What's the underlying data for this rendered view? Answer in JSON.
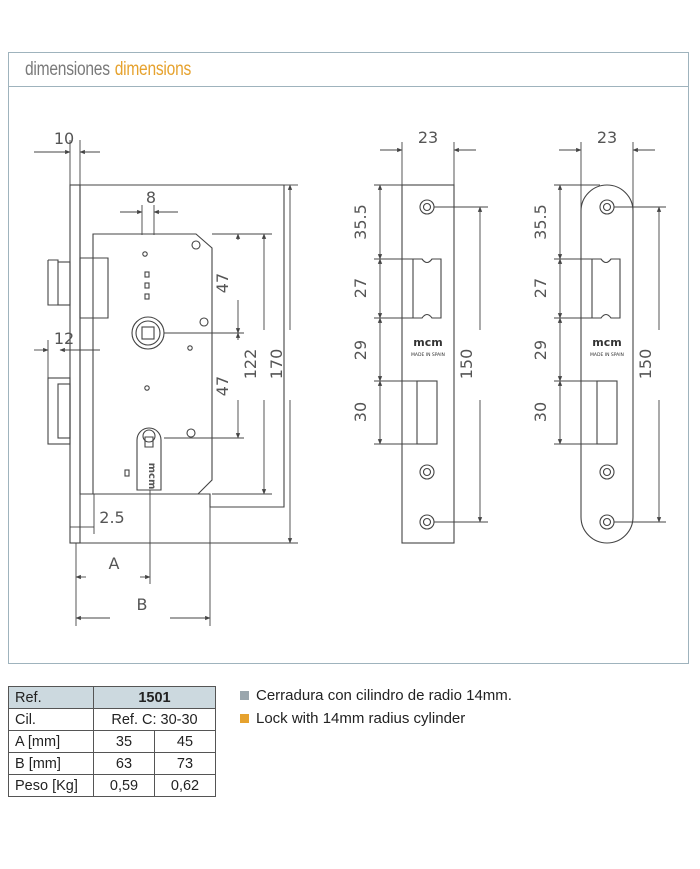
{
  "header": {
    "title_es": "dimensiones",
    "title_en": "dimensions"
  },
  "front_view": {
    "dim_top_width": "10",
    "dim_spindle_offset": "8",
    "dim_faceplate": "12",
    "dim_upper_47": "47",
    "dim_lower_47": "47",
    "dim_122": "122",
    "dim_170": "170",
    "dim_25": "2.5",
    "dim_a": "A",
    "dim_b": "B",
    "cylinder_brand": "mcm"
  },
  "faceplate_square": {
    "width": "23",
    "dim_355": "35.5",
    "dim_27": "27",
    "dim_29": "29",
    "dim_30": "30",
    "dim_150": "150",
    "brand": "mcm",
    "made_in": "MADE IN SPAIN"
  },
  "faceplate_round": {
    "width": "23",
    "dim_355": "35.5",
    "dim_27": "27",
    "dim_29": "29",
    "dim_30": "30",
    "dim_150": "150",
    "brand": "mcm",
    "made_in": "MADE IN SPAIN"
  },
  "spec_table": {
    "ref_label": "Ref.",
    "ref_value": "1501",
    "cil_label": "Cil.",
    "cil_value": "Ref. C: 30-30",
    "rows": [
      {
        "label": "A [mm]",
        "v1": "35",
        "v2": "45"
      },
      {
        "label": "B [mm]",
        "v1": "63",
        "v2": "73"
      },
      {
        "label": "Peso [Kg]",
        "v1": "0,59",
        "v2": "0,62"
      }
    ]
  },
  "notes": [
    {
      "text": "Cerradura con cilindro de radio 14mm.",
      "color": "#9aa6ad"
    },
    {
      "text": "Lock with 14mm radius cylinder",
      "color": "#e6a22e"
    }
  ],
  "colors": {
    "border": "#9fb3bd",
    "line": "#444444",
    "table_header": "#ccd9df",
    "accent": "#e6a22e"
  }
}
